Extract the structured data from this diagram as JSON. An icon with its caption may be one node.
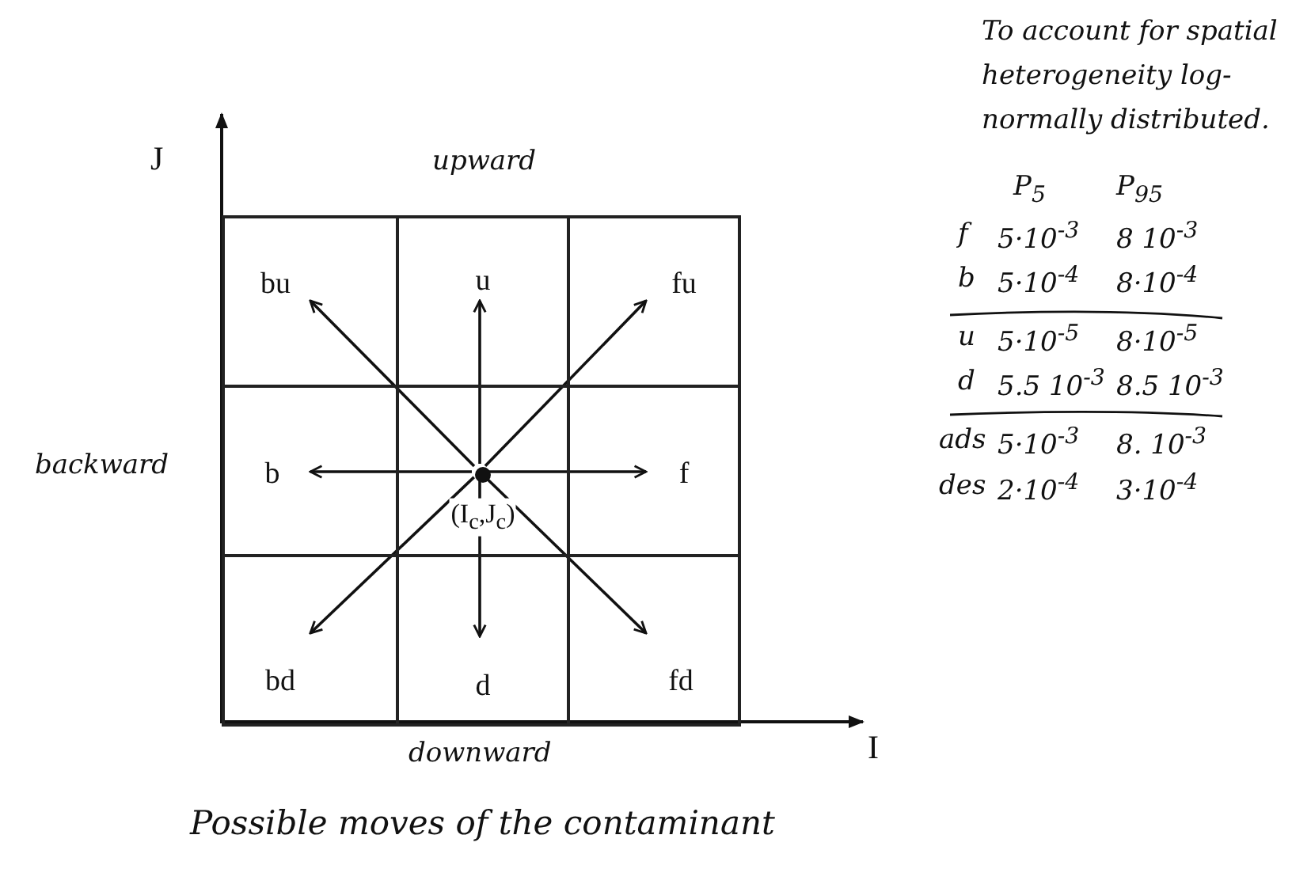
{
  "diagram": {
    "caption": "Possible moves of the contaminant",
    "nodes": [
      {
        "text": [
          "bu"
        ]
      },
      {
        "text": [
          "u"
        ]
      },
      {
        "text": [
          "fu"
        ]
      },
      {
        "text": [
          "b"
        ]
      },
      {
        "text": [],
        "shape": "box"
      },
      {
        "text": [
          "f"
        ]
      },
      {
        "text": [
          "bd"
        ]
      },
      {
        "text": [
          "d"
        ]
      },
      {
        "text": [
          "fd"
        ]
      },
      {
        "text": [],
        "shape": "circle",
        "in": 4,
        "beside": [
          "(I$_{c}$,J$_{c}$)"
        ]
      }
    ],
    "edges": [
      {
        "from": 9,
        "to": 0,
        "arrow": "to"
      },
      {
        "from": 9,
        "to": 1,
        "arrow": "to"
      },
      {
        "from": 9,
        "to": 2,
        "arrow": "to"
      },
      {
        "from": 9,
        "to": 3,
        "arrow": "to"
      },
      {
        "from": 9,
        "to": 5,
        "arrow": "to"
      },
      {
        "from": 9,
        "to": 6,
        "arrow": "to"
      },
      {
        "from": 9,
        "to": 7,
        "arrow": "to"
      },
      {
        "from": 9,
        "to": 8,
        "arrow": "to"
      }
    ],
    "labels": [
      "To account for spatial heterogeneity log-normally distributed.",
      "J",
      "upward",
      "P$_{5}$",
      "P$_{95}$",
      "f",
      "5·10$^{-3}$",
      "8 10$^{-3}$",
      "b",
      "5·10$^{-4}$",
      "8·10$^{-4}$",
      "u",
      "5·10$^{-5}$",
      "8·10$^{-5}$",
      "d",
      "5.5 10$^{-3}$",
      "8.5 10$^{-3}$",
      "ads",
      "5·10$^{-3}$",
      "8. 10$^{-3}$",
      "des",
      "2·10$^{-4}$",
      "3·10$^{-4}$",
      "backward",
      "downward",
      "I"
    ]
  }
}
